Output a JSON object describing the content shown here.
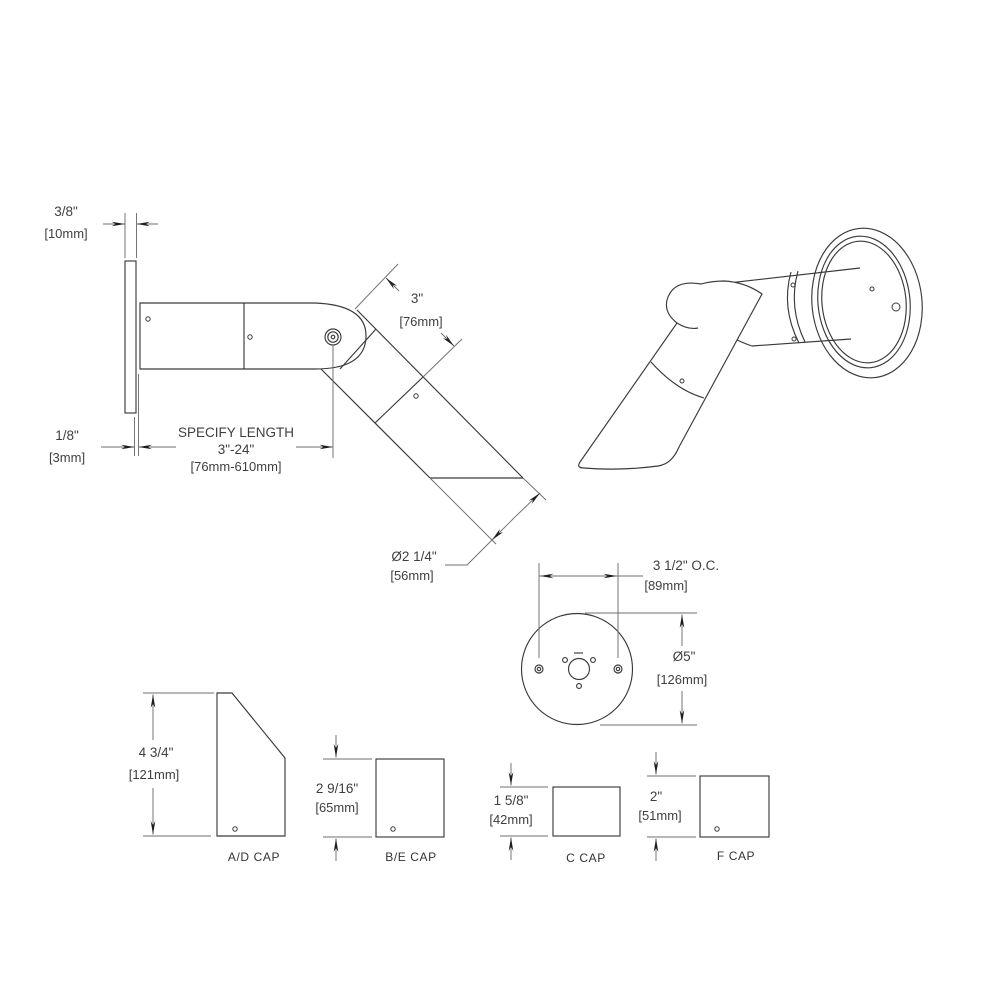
{
  "colors": {
    "background": "#ffffff",
    "part_line": "#3a3a3a",
    "dimension_line": "#6f6f6f",
    "text": "#3f3f3f"
  },
  "side_view": {
    "plate_thickness_in": "3/8\"",
    "plate_thickness_mm": "[10mm]",
    "plate_gap_in": "1/8\"",
    "plate_gap_mm": "[3mm]",
    "length_note_line1": "SPECIFY LENGTH",
    "length_note_line2": "3\"-24\"",
    "length_note_line3": "[76mm-610mm]",
    "elbow_segment_in": "3\"",
    "elbow_segment_mm": "[76mm]",
    "tube_dia_in": "Ø2 1/4\"",
    "tube_dia_mm": "[56mm]"
  },
  "plate_view": {
    "hole_spacing_in": "3 1/2\"  O.C.",
    "hole_spacing_mm": "[89mm]",
    "plate_dia_in": "Ø5\"",
    "plate_dia_mm": "[126mm]"
  },
  "caps": [
    {
      "label": "A/D CAP",
      "height_in": "4 3/4\"",
      "height_mm": "[121mm]"
    },
    {
      "label": "B/E CAP",
      "height_in": "2 9/16\"",
      "height_mm": "[65mm]"
    },
    {
      "label": "C CAP",
      "height_in": "1 5/8\"",
      "height_mm": "[42mm]"
    },
    {
      "label": "F CAP",
      "height_in": "2\"",
      "height_mm": "[51mm]"
    }
  ]
}
